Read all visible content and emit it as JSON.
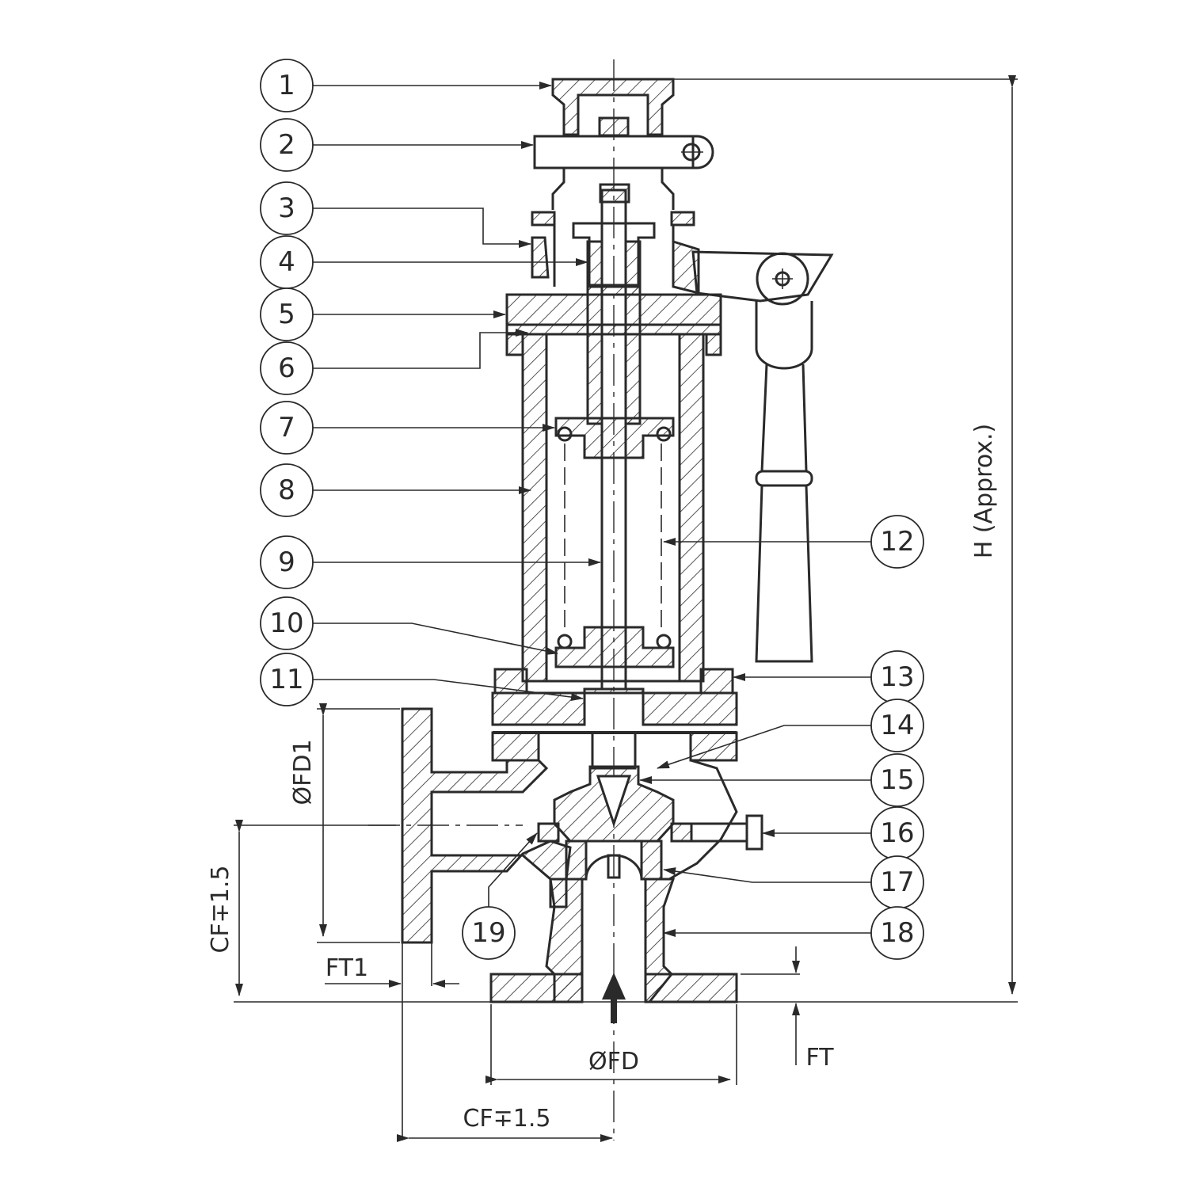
{
  "balloons": [
    "1",
    "2",
    "3",
    "4",
    "5",
    "6",
    "7",
    "8",
    "9",
    "10",
    "11",
    "12",
    "13",
    "14",
    "15",
    "16",
    "17",
    "18",
    "19"
  ],
  "dimensions": {
    "height": "H (Approx.)",
    "flange_dia_side": "ØFD1",
    "flange_dia_bottom": "ØFD",
    "center_face_vertical": "CF∓1.5",
    "center_face_horizontal": "CF∓1.5",
    "flange_thk_side": "FT1",
    "flange_thk_bottom": "FT"
  },
  "colors": {
    "line": "#2a2a2a",
    "background": "#ffffff"
  }
}
